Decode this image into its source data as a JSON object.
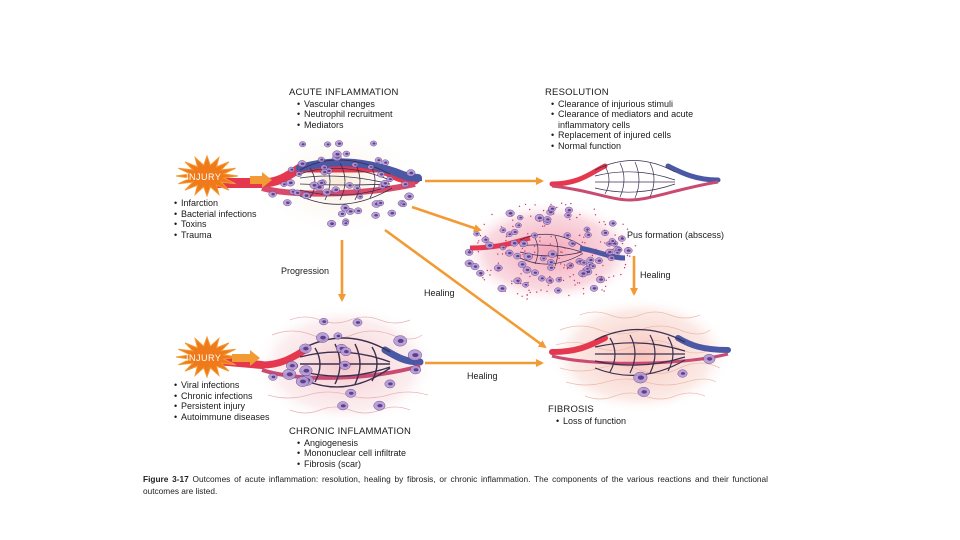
{
  "colors": {
    "arrow": "#f29a33",
    "injury_fill": "#f07a1a",
    "artery": "#e5384f",
    "vein": "#4a58a6",
    "cell": "#b49ad4",
    "cell_nucleus": "#5d3f8c",
    "fibrosis_fill": "#f7d0c8",
    "abscess_fill": "#f6c6cf"
  },
  "injury_top": {
    "label": "INJURY",
    "causes": [
      "Infarction",
      "Bacterial infections",
      "Toxins",
      "Trauma"
    ]
  },
  "injury_bottom": {
    "label": "INJURY",
    "causes": [
      "Viral infections",
      "Chronic infections",
      "Persistent injury",
      "Autoimmune diseases"
    ]
  },
  "acute": {
    "title": "ACUTE INFLAMMATION",
    "items": [
      "Vascular changes",
      "Neutrophil recruitment",
      "Mediators"
    ]
  },
  "resolution": {
    "title": "RESOLUTION",
    "items": [
      "Clearance of injurious stimuli",
      "Clearance of mediators and acute",
      "Replacement of injured cells",
      "Normal function"
    ],
    "item2_cont": "inflammatory cells"
  },
  "abscess": {
    "label": "Pus formation (abscess)"
  },
  "chronic": {
    "title": "CHRONIC INFLAMMATION",
    "items": [
      "Angiogenesis",
      "Mononuclear cell infiltrate",
      "Fibrosis (scar)"
    ]
  },
  "fibrosis": {
    "title": "FIBROSIS",
    "items": [
      "Loss of function"
    ]
  },
  "arrows": {
    "progression": "Progression",
    "healing_diag": "Healing",
    "healing_abscess": "Healing",
    "healing_chronic": "Healing"
  },
  "caption": {
    "figure": "Figure 3-17",
    "text": "Outcomes of acute inflammation: resolution, healing by fibrosis, or chronic inflammation. The components of the various reactions and their functional outcomes are listed."
  }
}
